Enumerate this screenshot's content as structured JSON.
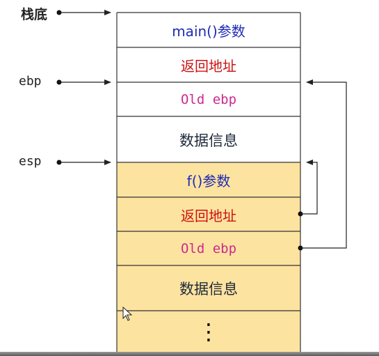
{
  "labels": {
    "stack_bottom": "栈底",
    "ebp": "ebp",
    "esp": "esp"
  },
  "cells": {
    "main_params": {
      "text": "main()参数",
      "color": "#1f2bb5"
    },
    "main_ret_addr": {
      "text": "返回地址",
      "color": "#cc1111"
    },
    "main_old_ebp": {
      "text": "Old ebp",
      "color": "#cc2a8e"
    },
    "main_data": {
      "text": "数据信息",
      "color": "#1f2a3a"
    },
    "f_params": {
      "text": "f()参数",
      "color": "#1f2bb5"
    },
    "f_ret_addr": {
      "text": "返回地址",
      "color": "#cc1111"
    },
    "f_old_ebp": {
      "text": "Old ebp",
      "color": "#cc2a8e"
    },
    "f_data": {
      "text": "数据信息",
      "color": "#1f2a3a"
    },
    "ellipsis": {
      "text": "⋮",
      "color": "#111111"
    }
  },
  "colors": {
    "main_frame_fill": "#ffffff",
    "f_frame_fill": "#fde3a0",
    "border": "#333333"
  }
}
